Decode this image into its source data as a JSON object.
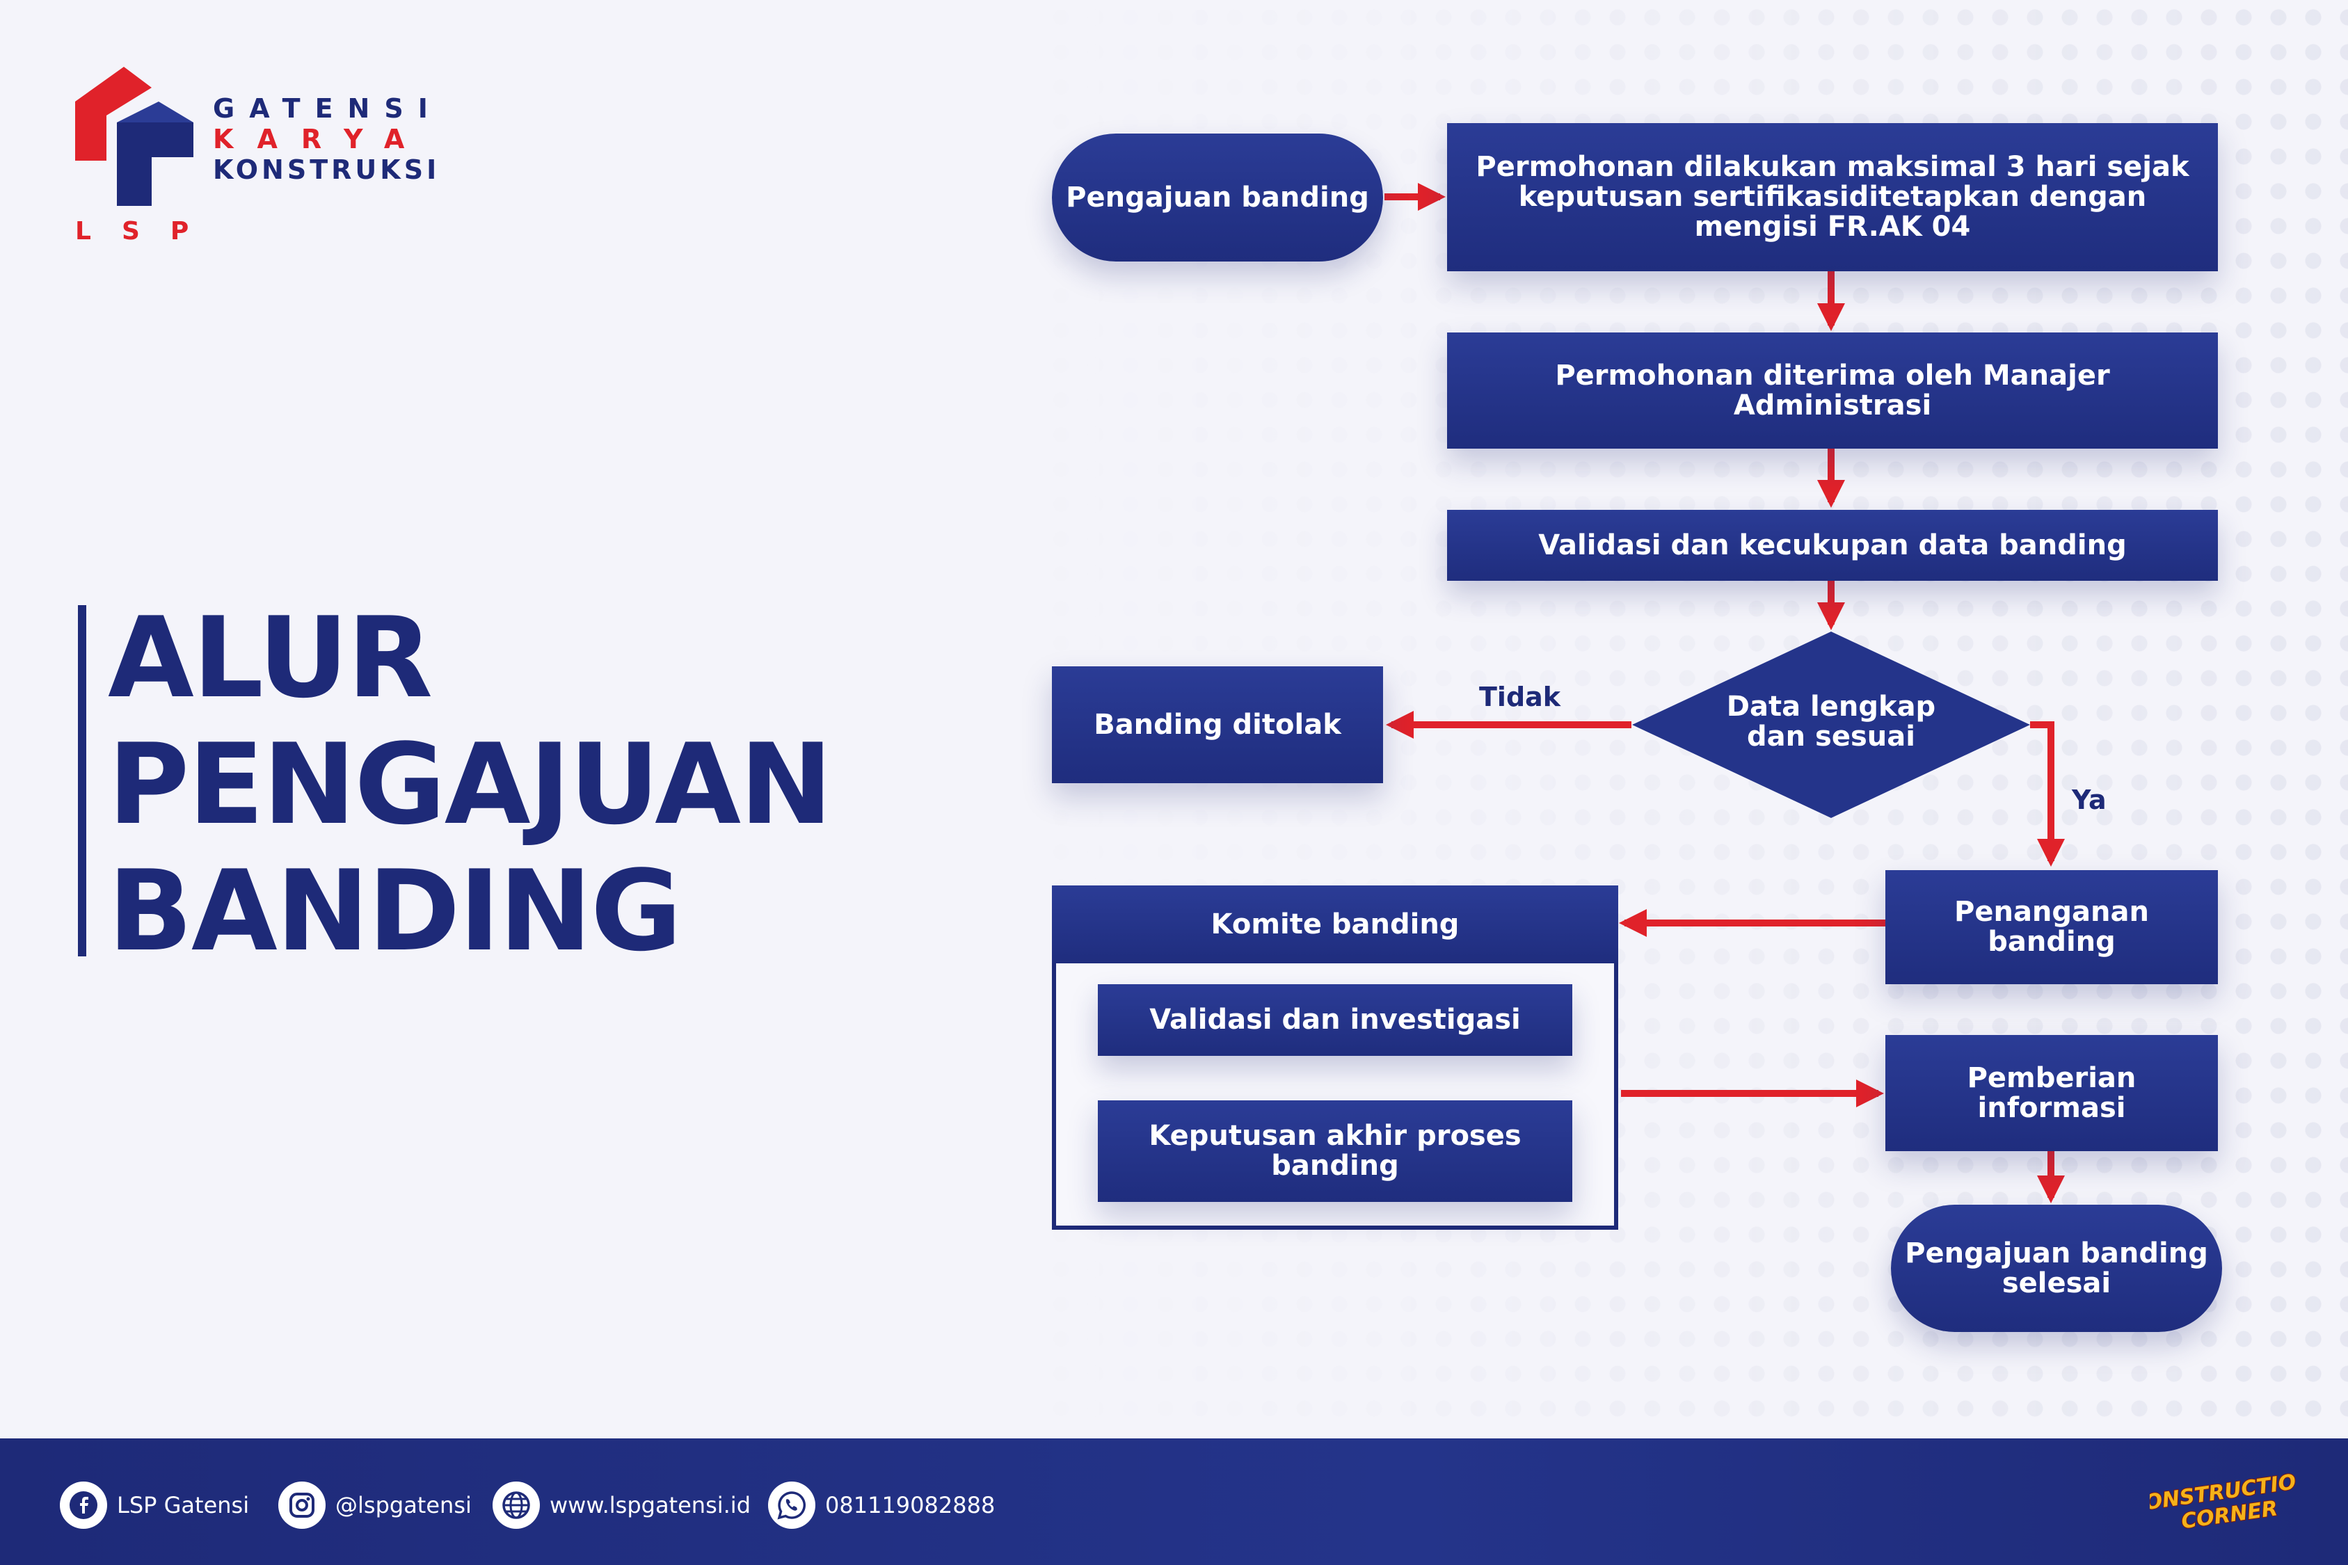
{
  "brand": {
    "line1": "GATENSI",
    "line2": "KARYA",
    "line3": "KONSTRUKSI",
    "lsp": "LSP",
    "colors": {
      "navy": "#1e2a78",
      "red": "#e0222a"
    }
  },
  "title": {
    "line1": "ALUR",
    "line2": "PENGAJUAN",
    "line3": "BANDING"
  },
  "flow": {
    "start": "Pengajuan banding",
    "step1": "Permohonan dilakukan maksimal 3 hari sejak keputusan sertifikasiditetapkan dengan mengisi FR.AK 04",
    "step2": "Permohonan diterima oleh Manajer Administrasi",
    "step3": "Validasi dan kecukupan data banding",
    "decision_line1": "Data lengkap",
    "decision_line2": "dan sesuai",
    "no_label": "Tidak",
    "yes_label": "Ya",
    "rejected": "Banding ditolak",
    "handling": "Penanganan banding",
    "committee": {
      "title": "Komite banding",
      "sub1": "Validasi dan investigasi",
      "sub2": "Keputusan akhir proses banding"
    },
    "info": "Pemberian informasi",
    "end": "Pengajuan banding selesai"
  },
  "footer": {
    "facebook": "LSP Gatensi",
    "instagram": "@lspgatensi",
    "website": "www.lspgatensi.id",
    "whatsapp": "081119082888",
    "badge_line1": "CONSTRUCTION",
    "badge_line2": "CORNER"
  },
  "icons": [
    "facebook-icon",
    "instagram-icon",
    "globe-icon",
    "whatsapp-icon"
  ]
}
